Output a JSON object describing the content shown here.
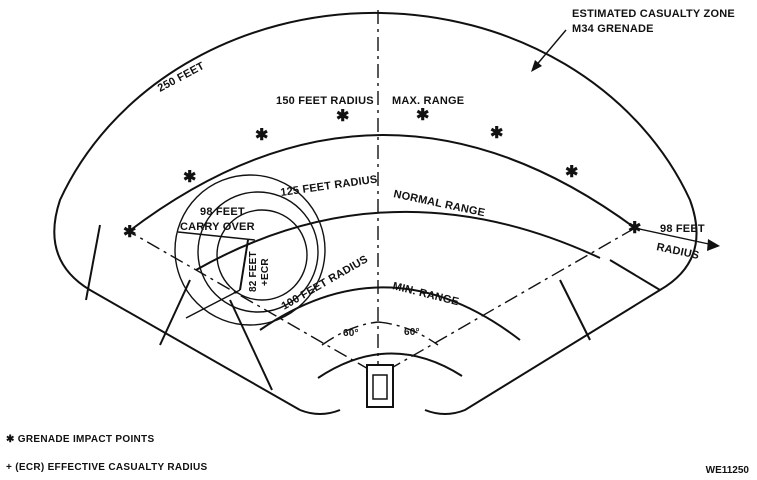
{
  "zone": {
    "line1": "ESTIMATED CASUALTY ZONE",
    "line2": "M34 GRENADE"
  },
  "outer_label": "250 FEET",
  "max_range": {
    "radius_text": "150 FEET RADIUS",
    "range_text": "MAX. RANGE"
  },
  "normal_range": {
    "radius_text": "125 FEET RADIUS",
    "range_text": "NORMAL RANGE"
  },
  "min_range": {
    "radius_text": "100 FEET RADIUS",
    "range_text": "MIN. RANGE"
  },
  "carry_over": {
    "line1": "98 FEET",
    "line2": "CARRY OVER"
  },
  "ecr": {
    "line1": "82 FEET",
    "line2": "+ECR"
  },
  "side_radius": {
    "line1": "98 FEET",
    "line2": "RADIUS"
  },
  "angles": {
    "left": "60°",
    "right": "60°"
  },
  "legend": {
    "impact": "✱  GRENADE IMPACT POINTS",
    "ecr": "+  (ECR) EFFECTIVE CASUALTY RADIUS"
  },
  "figure_code": "WE11250"
}
